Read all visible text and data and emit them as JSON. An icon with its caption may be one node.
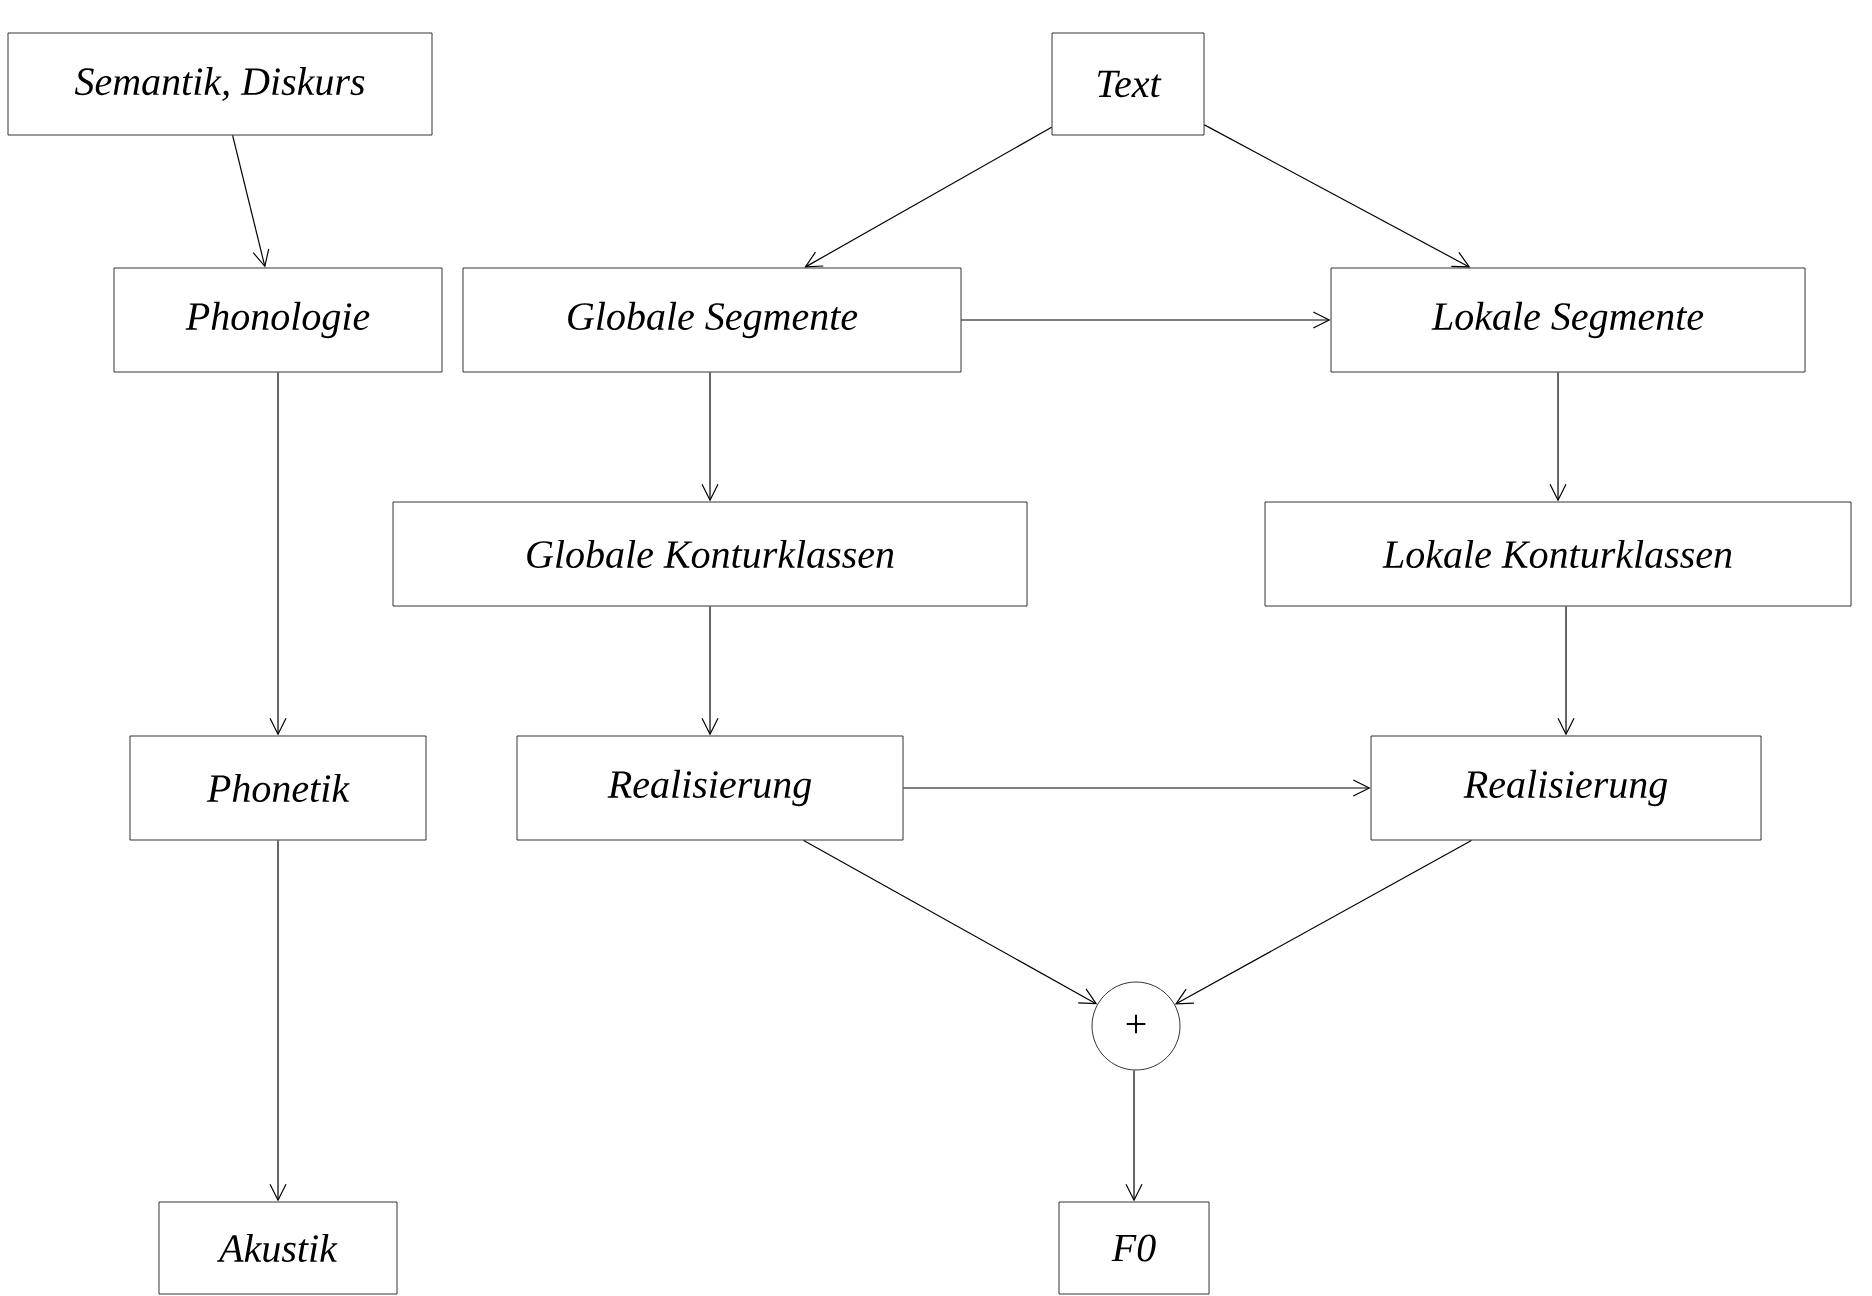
{
  "diagram": {
    "nodes": [
      {
        "text": [
          "Semantik, Diskurs"
        ]
      },
      {
        "text": [
          "Text"
        ]
      },
      {
        "text": [
          "Phonologie"
        ]
      },
      {
        "text": [
          "Globale Segmente"
        ]
      },
      {
        "text": [
          "Lokale Segmente"
        ]
      },
      {
        "text": [
          "Globale Konturklassen"
        ]
      },
      {
        "text": [
          "Lokale Konturklassen"
        ]
      },
      {
        "text": [
          "Phonetik"
        ]
      },
      {
        "text": [
          "Realisierung"
        ]
      },
      {
        "text": [
          "Realisierung"
        ]
      },
      {
        "text": [
          "+"
        ]
      },
      {
        "text": [
          "Akustik"
        ]
      },
      {
        "text": [
          "F0"
        ]
      }
    ],
    "edges": [
      {
        "from": 0,
        "to": 2,
        "arrow": "to"
      },
      {
        "from": 2,
        "to": 7,
        "arrow": "to"
      },
      {
        "from": 7,
        "to": 11,
        "arrow": "to"
      },
      {
        "from": 1,
        "to": 3,
        "arrow": "to"
      },
      {
        "from": 1,
        "to": 4,
        "arrow": "to"
      },
      {
        "from": 3,
        "to": 4,
        "arrow": "to"
      },
      {
        "from": 3,
        "to": 5,
        "arrow": "to"
      },
      {
        "from": 4,
        "to": 6,
        "arrow": "to"
      },
      {
        "from": 5,
        "to": 8,
        "arrow": "to"
      },
      {
        "from": 6,
        "to": 9,
        "arrow": "to"
      },
      {
        "from": 8,
        "to": 9,
        "arrow": "to"
      },
      {
        "from": 8,
        "to": 10,
        "arrow": "to"
      },
      {
        "from": 9,
        "to": 10,
        "arrow": "to"
      },
      {
        "from": 10,
        "to": 12,
        "arrow": "to"
      }
    ]
  }
}
